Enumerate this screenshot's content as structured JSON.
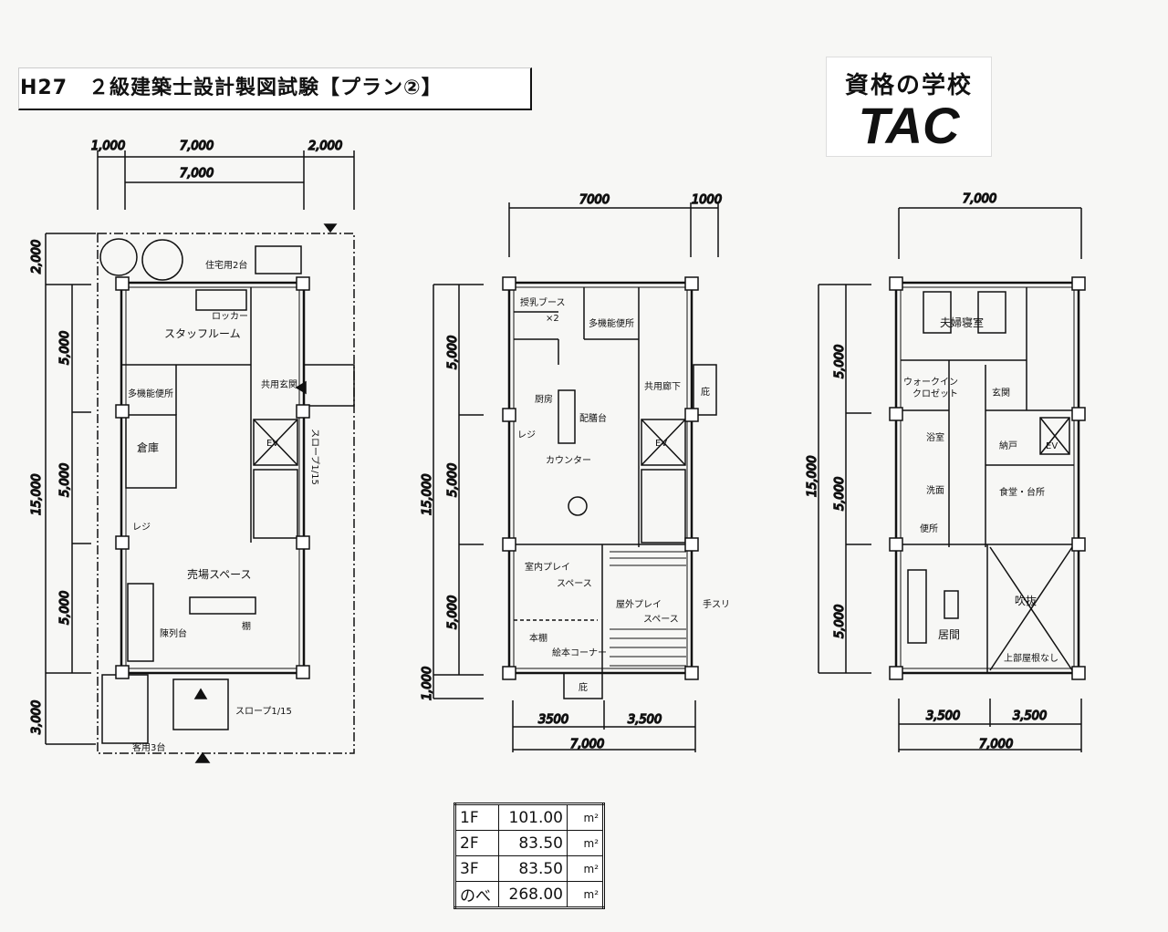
{
  "header": {
    "title": "H27　２級建築士設計製図試験【プラン②】"
  },
  "logo": {
    "line1": "資格の学校",
    "line2": "TAC"
  },
  "plan_1f": {
    "dims_top": [
      "1,000",
      "7,000",
      "2,000"
    ],
    "dims_top_total": "7,000",
    "dims_left": [
      "2,000",
      "5,000",
      "5,000",
      "5,000",
      "3,000"
    ],
    "dims_left_total": "15,000",
    "rooms": {
      "parking_residential": "住宅用2台",
      "locker": "ロッカー",
      "staff_room": "スタッフルーム",
      "accessible_toilet": "多機能便所",
      "common_entrance": "共用玄関",
      "storage": "倉庫",
      "elevator": "EV",
      "slope_side": "スロープ1/15",
      "register": "レジ",
      "sales_space": "売場スペース",
      "display_stand": "陳列台",
      "shelf": "棚",
      "slope_front": "スロープ1/15",
      "parking_customer": "客用3台"
    }
  },
  "plan_2f": {
    "dims_top": [
      "7000",
      "1000"
    ],
    "dims_left": [
      "5,000",
      "5,000",
      "5,000",
      "1,000"
    ],
    "dims_left_total": "15,000",
    "dims_bottom": [
      "3500",
      "3,500"
    ],
    "dims_bottom_total": "7,000",
    "rooms": {
      "nursing_booth": "授乳ブース",
      "nursing_count": "×2",
      "accessible_toilet": "多機能便所",
      "kitchen": "厨房",
      "serving_counter": "配膳台",
      "register": "レジ",
      "counter": "カウンター",
      "common_corridor": "共用廊下",
      "canopy_side": "庇",
      "elevator": "EV",
      "indoor_play_1": "室内プレイ",
      "indoor_play_2": "スペース",
      "outdoor_play_1": "屋外プレイ",
      "outdoor_play_2": "スペース",
      "handrail": "手スリ",
      "bookshelf": "本棚",
      "picture_book_corner": "絵本コーナー",
      "canopy_front": "庇"
    }
  },
  "plan_3f": {
    "dims_top": "7,000",
    "dims_left": [
      "5,000",
      "5,000",
      "5,000"
    ],
    "dims_left_total": "15,000",
    "dims_bottom": [
      "3,500",
      "3,500"
    ],
    "dims_bottom_total": "7,000",
    "rooms": {
      "master_bedroom": "夫婦寝室",
      "walk_in_closet_1": "ウォークイン",
      "walk_in_closet_2": "クロゼット",
      "entrance": "玄関",
      "bathroom": "浴室",
      "storeroom": "納戸",
      "elevator": "EV",
      "washroom": "洗面",
      "dining_kitchen": "食堂・台所",
      "toilet": "便所",
      "living_room": "居間",
      "void": "吹抜",
      "no_roof_above": "上部屋根なし"
    }
  },
  "area_table": [
    {
      "floor": "1F",
      "value": "101.00",
      "unit": "m²"
    },
    {
      "floor": "2F",
      "value": "83.50",
      "unit": "m²"
    },
    {
      "floor": "3F",
      "value": "83.50",
      "unit": "m²"
    },
    {
      "floor": "のべ",
      "value": "268.00",
      "unit": "m²"
    }
  ]
}
